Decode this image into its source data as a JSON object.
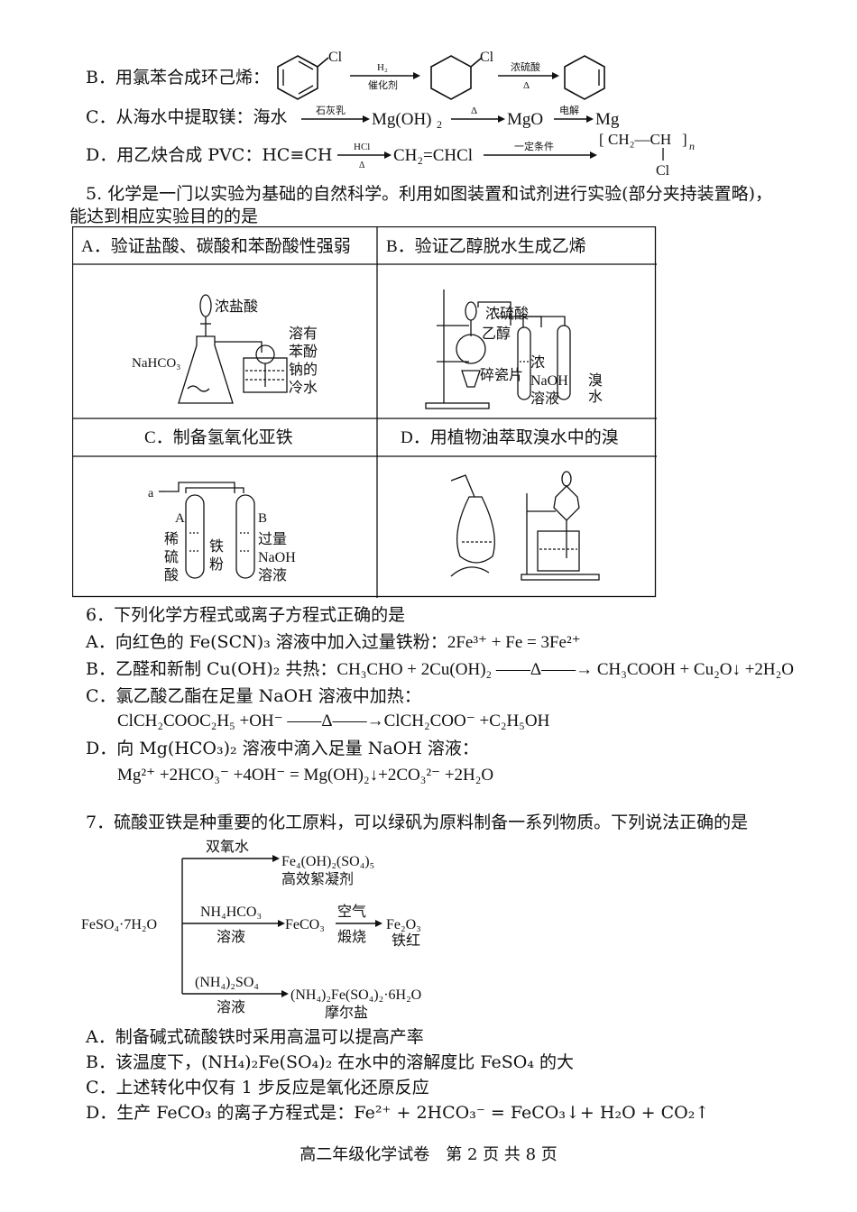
{
  "q4": {
    "b_label": "B．用氯苯合成环己烯：",
    "b_arrow1": "H₂",
    "b_arrow1_sub": "催化剂",
    "b_arrow2": "浓硫酸",
    "b_arrow2_sub": "Δ",
    "cl": "Cl",
    "c_label": "C．从海水中提取镁：海水",
    "c_arrow1": "石灰乳",
    "c_mgoh2": "Mg(OH)",
    "c_arrow2": "Δ",
    "c_mgo": "MgO",
    "c_arrow3": "电解",
    "c_mg": "Mg",
    "d_label": "D．用乙炔合成 PVC：HC≡CH",
    "d_arrow1": "HCl",
    "d_arrow1_sub": "Δ",
    "d_monomer": "CH₂=CHCl",
    "d_arrow2": "一定条件",
    "d_polymer": "CH₂—CH",
    "d_n": "n",
    "d_cl": "Cl"
  },
  "q5": {
    "stem1": "5. 化学是一门以实验为基础的自然科学。利用如图装置和试剂进行实验(部分夹持装置略)，",
    "stem2": "能达到相应实验目的的是",
    "a_title": "A．验证盐酸、碳酸和苯酚酸性强弱",
    "b_title": "B．验证乙醇脱水生成乙烯",
    "c_title": "C．制备氢氧化亚铁",
    "d_title": "D．用植物油萃取溴水中的溴",
    "a_hcl": "浓盐酸",
    "a_nahco3": "NaHCO₃",
    "a_phenol": [
      "溶有",
      "苯酚",
      "钠的",
      "冷水"
    ],
    "b_h2so4": "浓硫酸",
    "b_ethanol": "乙醇",
    "b_chips": "碎瓷片",
    "b_naoh": [
      "浓",
      "NaOH",
      "溶液"
    ],
    "b_br": [
      "溴",
      "水"
    ],
    "c_a": "a",
    "c_A": "A",
    "c_B": "B",
    "c_acid": [
      "稀",
      "硫",
      "酸"
    ],
    "c_fe": [
      "铁",
      "粉"
    ],
    "c_naoh": [
      "过量",
      "NaOH",
      "溶液"
    ]
  },
  "q6": {
    "stem": "6．下列化学方程式或离子方程式正确的是",
    "a_text": "A．向红色的 Fe(SCN)₃ 溶液中加入过量铁粉：",
    "a_eq": "2Fe³⁺ + Fe = 3Fe²⁺",
    "b_text": "B．乙醛和新制 Cu(OH)₂ 共热：",
    "b_eq": "CH₃CHO + 2Cu(OH)₂ ——Δ——→ CH₃COOH + Cu₂O↓ +2H₂O",
    "c_text": "C．氯乙酸乙酯在足量 NaOH 溶液中加热：",
    "c_eq": "ClCH₂COOC₂H₅ +OH⁻ ——Δ——→ClCH₂COO⁻ +C₂H₅OH",
    "d_text": "D．向 Mg(HCO₃)₂ 溶液中滴入足量 NaOH 溶液：",
    "d_eq": "Mg²⁺ +2HCO₃⁻ +4OH⁻ = Mg(OH)₂↓+2CO₃²⁻ +2H₂O"
  },
  "q7": {
    "stem": "7．硫酸亚铁是种重要的化工原料，可以绿矾为原料制备一系列物质。下列说法正确的是",
    "start": "FeSO₄·7H₂O",
    "r1_reagent": "双氧水",
    "r1_product": "Fe₄(OH)₂(SO₄)₅",
    "r1_name": "高效絮凝剂",
    "r2_reagent": "NH₄HCO₃",
    "r2_reagent2": "溶液",
    "r2_mid": "FeCO₃",
    "r2_cond1": "空气",
    "r2_cond2": "煅烧",
    "r2_product": "Fe₂O₃",
    "r2_name": "铁红",
    "r3_reagent": "(NH₄)₂SO₄",
    "r3_reagent2": "溶液",
    "r3_product": "(NH₄)₂Fe(SO₄)₂·6H₂O",
    "r3_name": "摩尔盐",
    "a": "A．制备碱式硫酸铁时采用高温可以提高产率",
    "b": "B．该温度下，(NH₄)₂Fe(SO₄)₂ 在水中的溶解度比 FeSO₄ 的大",
    "c": "C．上述转化中仅有 1 步反应是氧化还原反应",
    "d": "D．生产 FeCO₃ 的离子方程式是：Fe²⁺ + 2HCO₃⁻ = FeCO₃↓+ H₂O + CO₂↑"
  },
  "footer": "高二年级化学试卷　第 2 页 共 8 页"
}
